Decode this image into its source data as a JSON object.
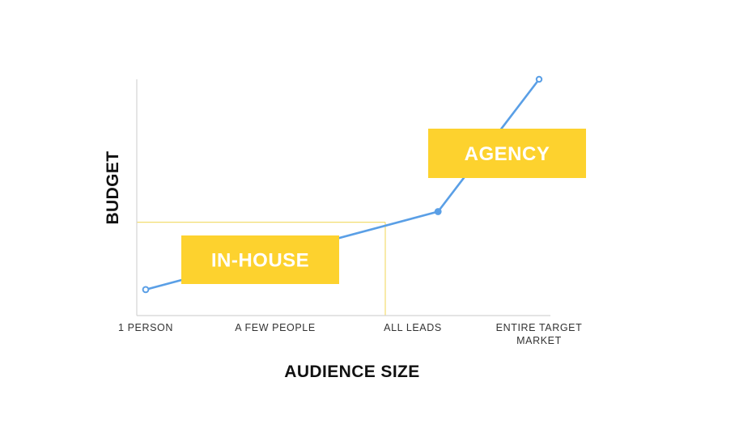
{
  "chart_data": {
    "type": "line",
    "xlabel": "AUDIENCE SIZE",
    "ylabel": "BUDGET",
    "categories": [
      "1 PERSON",
      "A FEW PEOPLE",
      "ALL LEADS",
      "ENTIRE TARGET MARKET"
    ],
    "category_lines": [
      [
        "1 PERSON"
      ],
      [
        "A FEW PEOPLE"
      ],
      [
        "ALL LEADS"
      ],
      [
        "ENTIRE TARGET",
        "MARKET"
      ]
    ],
    "x_range": [
      0,
      3
    ],
    "y_range": [
      0,
      1
    ],
    "series": [
      {
        "points": [
          [
            0,
            0.11
          ],
          [
            2.2,
            0.44
          ],
          [
            3,
            1.0
          ]
        ]
      }
    ],
    "threshold": {
      "x": 1.8,
      "y": 0.395
    },
    "regions": [
      {
        "label": "IN-HOUSE"
      },
      {
        "label": "AGENCY"
      }
    ],
    "grid": false,
    "legend": "none"
  },
  "colors": {
    "line": "#5a9fe6",
    "box": "#fdd22e",
    "threshold": "#f3dd70",
    "axis": "#d4d4d4",
    "box_text": "#ffffff"
  }
}
